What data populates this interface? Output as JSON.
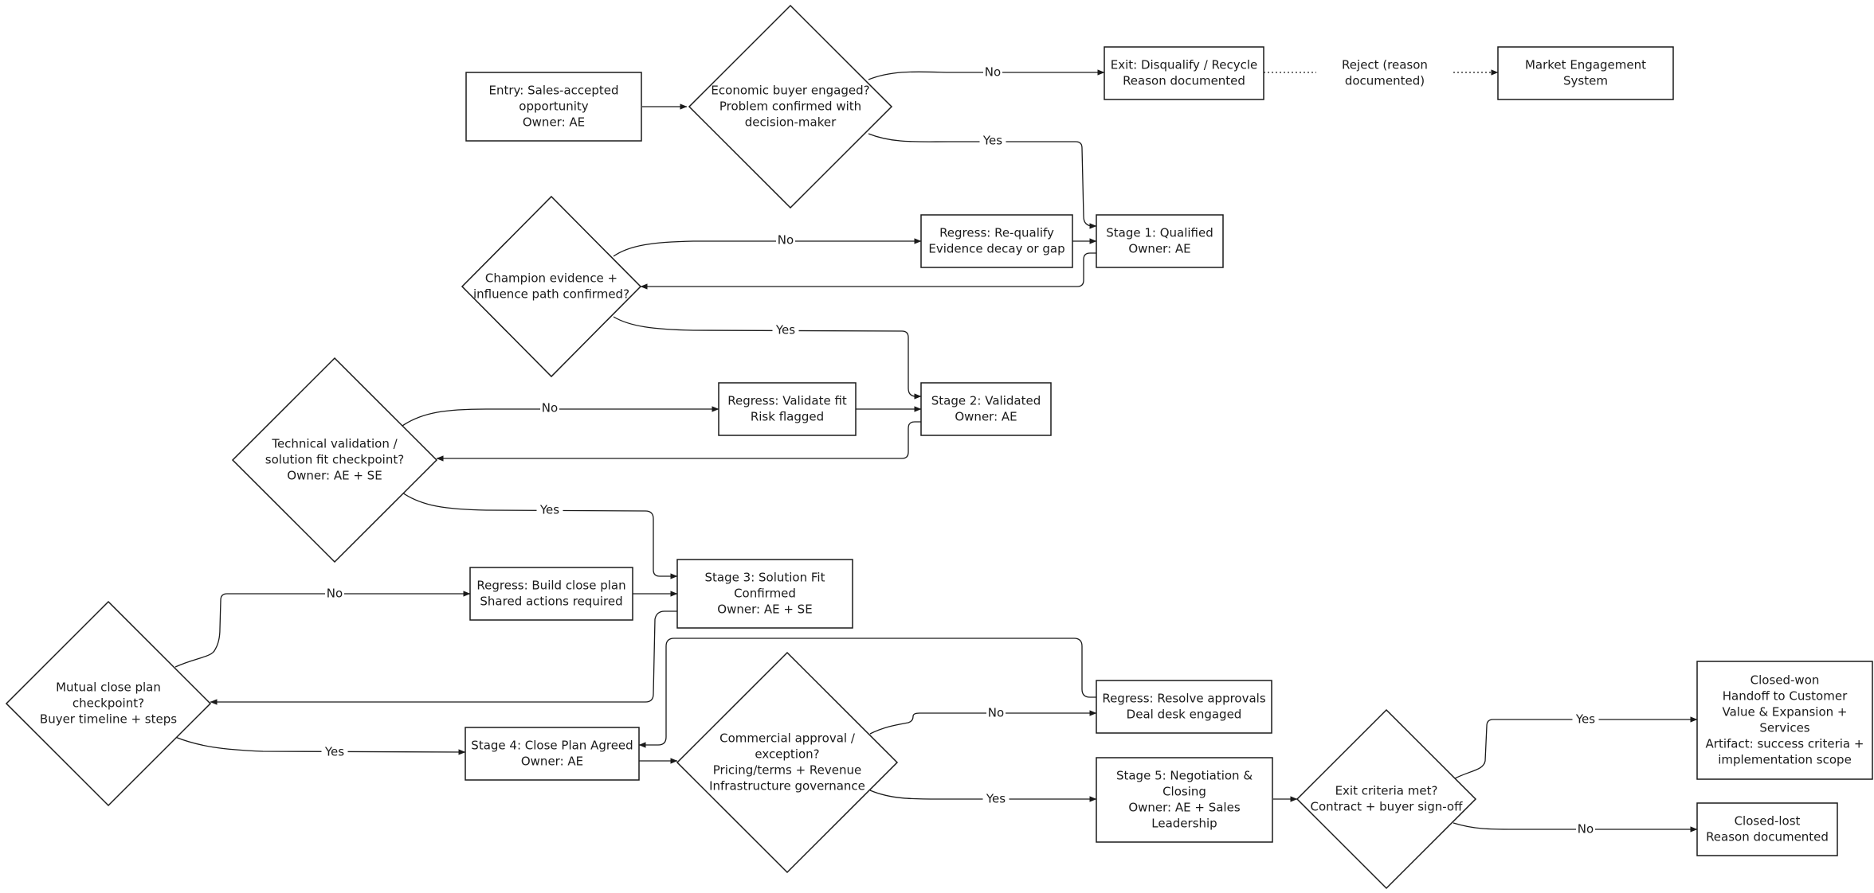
{
  "nodes": {
    "entry": [
      "Entry: Sales-accepted",
      "opportunity",
      "Owner: AE"
    ],
    "d_economic": [
      "Economic buyer engaged?",
      "Problem confirmed with",
      "decision-maker"
    ],
    "exit_disq": [
      "Exit: Disqualify / Recycle",
      "Reason documented"
    ],
    "reject": [
      "Reject (reason",
      "documented)"
    ],
    "market": [
      "Market Engagement",
      "System"
    ],
    "stage1": [
      "Stage 1: Qualified",
      "Owner: AE"
    ],
    "regress1": [
      "Regress: Re-qualify",
      "Evidence decay or gap"
    ],
    "d_champion": [
      "Champion evidence +",
      "influence path confirmed?"
    ],
    "stage2": [
      "Stage 2: Validated",
      "Owner: AE"
    ],
    "regress2": [
      "Regress: Validate fit",
      "Risk flagged"
    ],
    "d_technical": [
      "Technical validation /",
      "solution fit checkpoint?",
      "Owner: AE + SE"
    ],
    "stage3": [
      "Stage 3: Solution Fit",
      "Confirmed",
      "Owner: AE + SE"
    ],
    "regress3": [
      "Regress: Build close plan",
      "Shared actions required"
    ],
    "d_close": [
      "Mutual close plan",
      "checkpoint?",
      "Buyer timeline + steps"
    ],
    "stage4": [
      "Stage 4: Close Plan Agreed",
      "Owner: AE"
    ],
    "d_commercial": [
      "Commercial approval /",
      "exception?",
      "Pricing/terms + Revenue",
      "Infrastructure governance"
    ],
    "regress4": [
      "Regress: Resolve approvals",
      "Deal desk engaged"
    ],
    "stage5": [
      "Stage 5: Negotiation &",
      "Closing",
      "Owner: AE + Sales",
      "Leadership"
    ],
    "d_exit": [
      "Exit criteria met?",
      "Contract + buyer sign-off"
    ],
    "closed_won": [
      "Closed-won",
      "Handoff to Customer",
      "Value & Expansion +",
      "Services",
      "Artifact: success criteria +",
      "implementation scope"
    ],
    "closed_lost": [
      "Closed-lost",
      "Reason documented"
    ]
  },
  "edge_labels": {
    "no": "No",
    "yes": "Yes"
  },
  "colors": {
    "stroke": "#1a1a1a",
    "background": "#ffffff"
  }
}
